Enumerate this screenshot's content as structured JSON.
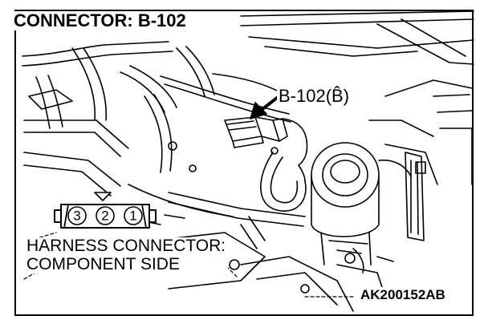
{
  "title": "CONNECTOR: B-102",
  "callout_label": "B-102(B̂)",
  "harness_label_line1": "HARNESS CONNECTOR:",
  "harness_label_line2": "COMPONENT SIDE",
  "figure_code": "AK200152AB",
  "connector_pins": [
    "3",
    "2",
    "1"
  ]
}
